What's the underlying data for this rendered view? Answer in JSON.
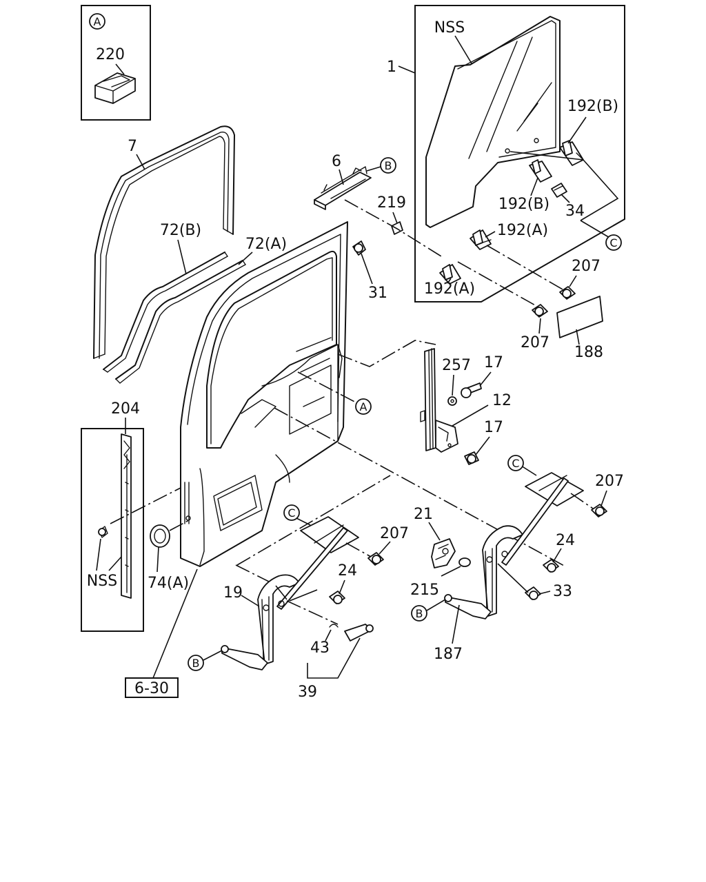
{
  "labels": {
    "insetA_letter": "A",
    "p220": "220",
    "nss_top": "NSS",
    "p1": "1",
    "p192b_1": "192(B)",
    "p192b_2": "192(B)",
    "p34": "34",
    "p192a_1": "192(A)",
    "p192a_2": "192(A)",
    "refC_glass": "C",
    "p7": "7",
    "p6": "6",
    "refB_6": "B",
    "p219": "219",
    "p72b": "72(B)",
    "p72a": "72(A)",
    "p31": "31",
    "p207_1": "207",
    "p207_2": "207",
    "p188": "188",
    "p257": "257",
    "p17_1": "17",
    "p12": "12",
    "p17_2": "17",
    "refA_door": "A",
    "p204": "204",
    "nss_bottom": "NSS",
    "p74a": "74(A)",
    "refC_left": "C",
    "p207_3": "207",
    "p21": "21",
    "refC_right": "C",
    "p207_4": "207",
    "p24_1": "24",
    "p24_2": "24",
    "p215": "215",
    "p33": "33",
    "p19": "19",
    "p43": "43",
    "p39": "39",
    "refB_left": "B",
    "refB_right": "B",
    "p187": "187",
    "ref_6_30": "6-30"
  }
}
